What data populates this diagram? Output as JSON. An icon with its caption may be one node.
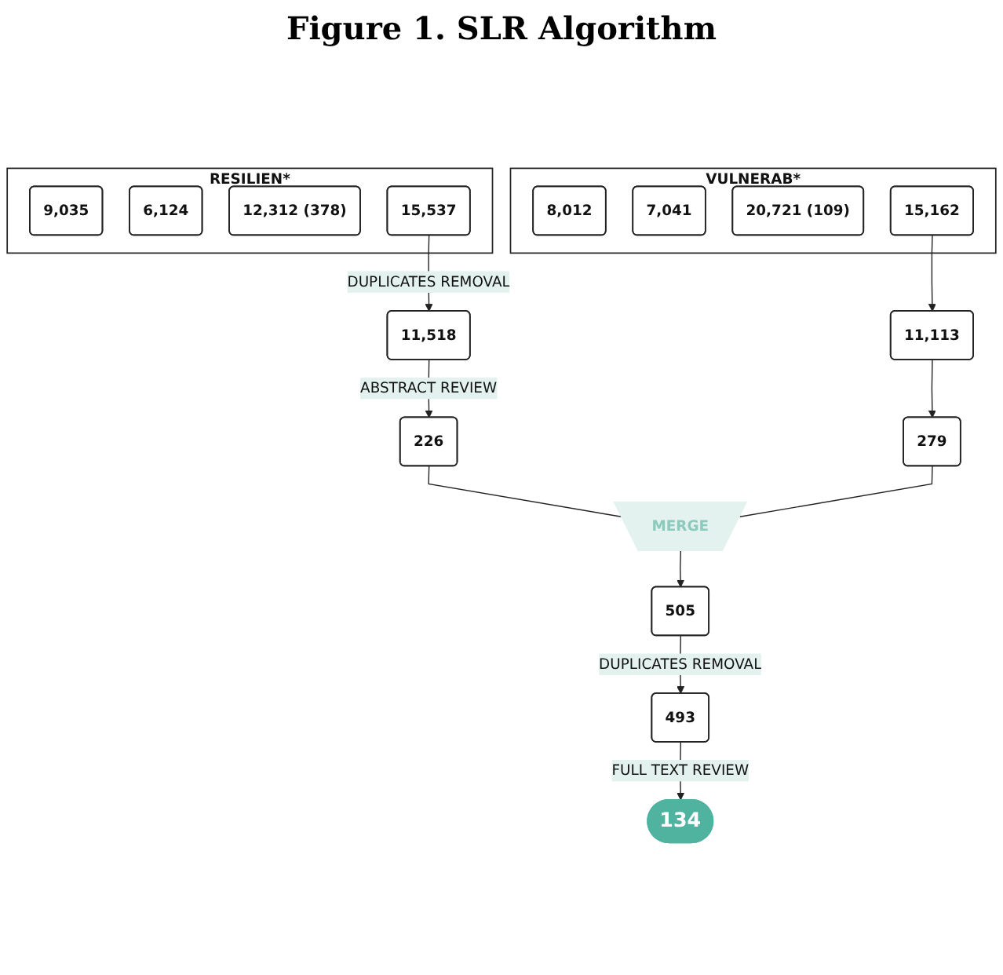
{
  "diagram": {
    "title": "Figure 1. SLR Algorithm",
    "nodes": [
      {
        "text": [
          "RESILIEN*"
        ]
      },
      {
        "text": [
          "9,035"
        ],
        "in": 0
      },
      {
        "text": [
          "6,124"
        ],
        "in": 0
      },
      {
        "text": [
          "12,312 (378)"
        ],
        "in": 0
      },
      {
        "text": [
          "15,537"
        ],
        "in": 0
      },
      {
        "text": [
          "VULNERAB*"
        ]
      },
      {
        "text": [
          "8,012"
        ],
        "in": 5
      },
      {
        "text": [
          "7,041"
        ],
        "in": 5
      },
      {
        "text": [
          "20,721 (109)"
        ],
        "in": 5
      },
      {
        "text": [
          "15,162"
        ],
        "in": 5
      },
      {
        "text": [
          "11,518"
        ]
      },
      {
        "text": [
          "11,113"
        ]
      },
      {
        "text": [
          "226"
        ]
      },
      {
        "text": [
          "279"
        ]
      },
      {
        "text": [
          "MERGE"
        ]
      },
      {
        "text": [
          "505"
        ]
      },
      {
        "text": [
          "493"
        ]
      },
      {
        "text": [
          "134"
        ]
      }
    ],
    "edges": [
      {
        "from": 4,
        "to": 10,
        "arrow": "to",
        "label": "DUPLICATES REMOVAL"
      },
      {
        "from": 9,
        "to": 11,
        "arrow": "to"
      },
      {
        "from": 10,
        "to": 12,
        "arrow": "to",
        "label": "ABSTRACT REVIEW"
      },
      {
        "from": 11,
        "to": 13,
        "arrow": "to"
      },
      {
        "from": 12,
        "to": 14,
        "arrow": "none"
      },
      {
        "from": 13,
        "to": 14,
        "arrow": "none"
      },
      {
        "from": 14,
        "to": 15,
        "arrow": "to"
      },
      {
        "from": 15,
        "to": 16,
        "arrow": "to",
        "label": "DUPLICATES REMOVAL"
      },
      {
        "from": 16,
        "to": 17,
        "arrow": "to",
        "label": "FULL TEXT REVIEW"
      }
    ]
  }
}
